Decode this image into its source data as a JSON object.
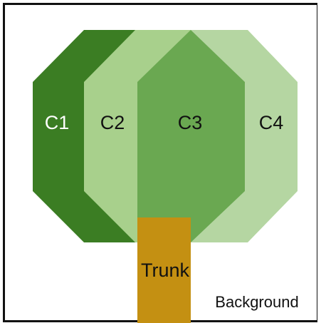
{
  "diagram": {
    "regions": [
      {
        "id": "c1",
        "label": "C1",
        "fill": "#3b7d23",
        "text_color": "#ffffff"
      },
      {
        "id": "c2",
        "label": "C2",
        "fill": "#a8d08c",
        "text_color": "#111111"
      },
      {
        "id": "c3",
        "label": "C3",
        "fill": "#6aa851",
        "text_color": "#111111"
      },
      {
        "id": "c4",
        "label": "C4",
        "fill": "#b5d6a2",
        "text_color": "#111111"
      }
    ],
    "trunk": {
      "label": "Trunk",
      "fill": "#c49012",
      "text_color": "#111111"
    },
    "background": {
      "label": "Background",
      "fill": "#ffffff",
      "text_color": "#111111"
    }
  }
}
